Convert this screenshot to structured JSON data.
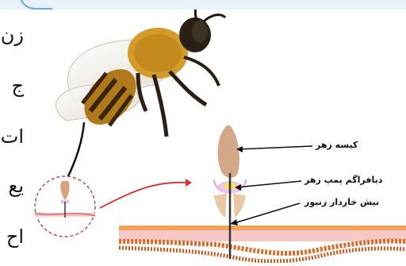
{
  "side_text": [
    "زن",
    "ج",
    "ات",
    "يع",
    "اح"
  ],
  "labels": {
    "venom_sac": "كيسه زهر",
    "pump_diaphragm": "ديافراگم پمپ زهر",
    "barbed_stinger": "نيش خاردار زنبور"
  },
  "icons": [
    "honeybee",
    "magnify-circle",
    "arrow"
  ]
}
